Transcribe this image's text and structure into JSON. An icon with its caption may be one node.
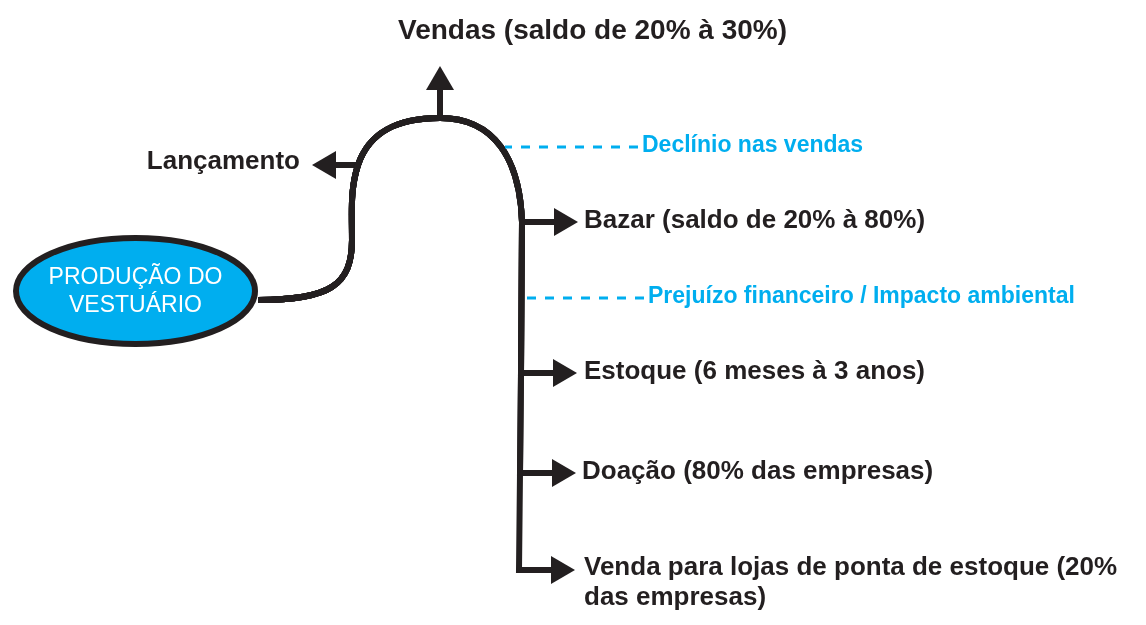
{
  "diagram": {
    "nodes": [
      {
        "text": [
          "PRODUÇÃO DO VESTUÁRIO"
        ]
      },
      {
        "text": [
          "Vendas (saldo de 20% à 30%)"
        ]
      },
      {
        "text": [
          "Lançamento"
        ]
      },
      {
        "text": [
          "Declínio nas vendas"
        ]
      },
      {
        "text": [
          "Bazar (saldo de 20% à 80%)"
        ]
      },
      {
        "text": [
          "Prejuízo financeiro / Impacto ambiental"
        ]
      },
      {
        "text": [
          "Estoque (6 meses à 3 anos)"
        ]
      },
      {
        "text": [
          "Doação (80% das empresas)"
        ]
      },
      {
        "text": [
          "Venda para lojas de ponta de estoque (20% das empresas)"
        ]
      }
    ],
    "edges": [
      {
        "from": 0,
        "to": 2,
        "arrow": "to"
      },
      {
        "from": 0,
        "to": 1,
        "arrow": "to"
      },
      {
        "from": 0,
        "to": 4,
        "arrow": "to"
      },
      {
        "from": 0,
        "to": 6,
        "arrow": "to"
      },
      {
        "from": 0,
        "to": 7,
        "arrow": "to"
      },
      {
        "from": 0,
        "to": 8,
        "arrow": "to"
      },
      {
        "from": 3,
        "to": null,
        "arrow": "none",
        "style": "dashed",
        "color": "#00aeef"
      },
      {
        "from": 5,
        "to": null,
        "arrow": "none",
        "style": "dashed",
        "color": "#00aeef"
      }
    ]
  }
}
